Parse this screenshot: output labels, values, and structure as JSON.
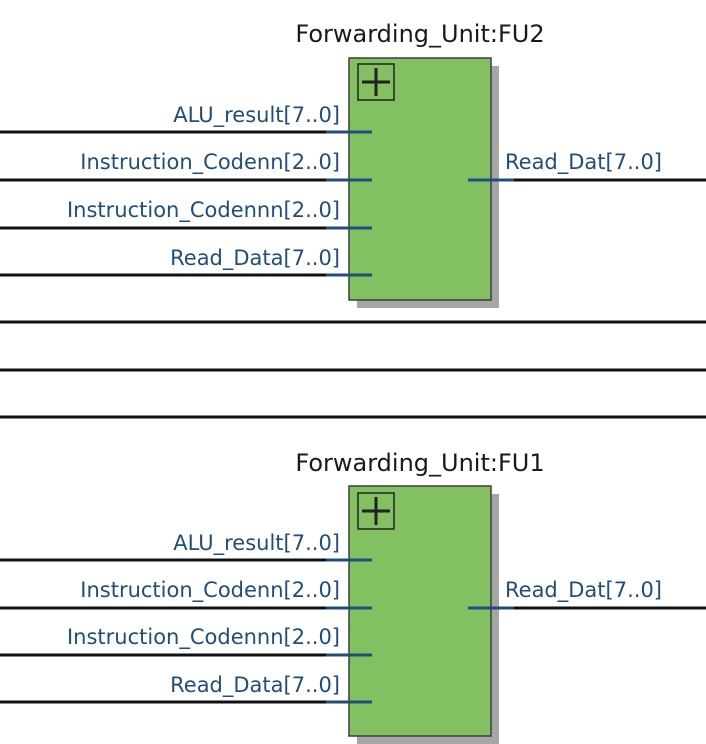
{
  "diagram": {
    "units": [
      {
        "title": "Forwarding_Unit:FU2",
        "inputs": [
          {
            "label": "ALU_result[7..0]"
          },
          {
            "label": "Instruction_Codenn[2..0]"
          },
          {
            "label": "Instruction_Codennn[2..0]"
          },
          {
            "label": "Read_Data[7..0]"
          }
        ],
        "outputs": [
          {
            "label": "Read_Dat[7..0]"
          }
        ]
      },
      {
        "title": "Forwarding_Unit:FU1",
        "inputs": [
          {
            "label": "ALU_result[7..0]"
          },
          {
            "label": "Instruction_Codenn[2..0]"
          },
          {
            "label": "Instruction_Codennn[2..0]"
          },
          {
            "label": "Read_Data[7..0]"
          }
        ],
        "outputs": [
          {
            "label": "Read_Dat[7..0]"
          }
        ]
      }
    ],
    "colors": {
      "block_fill": "#82c062",
      "port_label": "#1f4e79",
      "wire": "#111111",
      "shadow": "#a6a6a6"
    }
  }
}
